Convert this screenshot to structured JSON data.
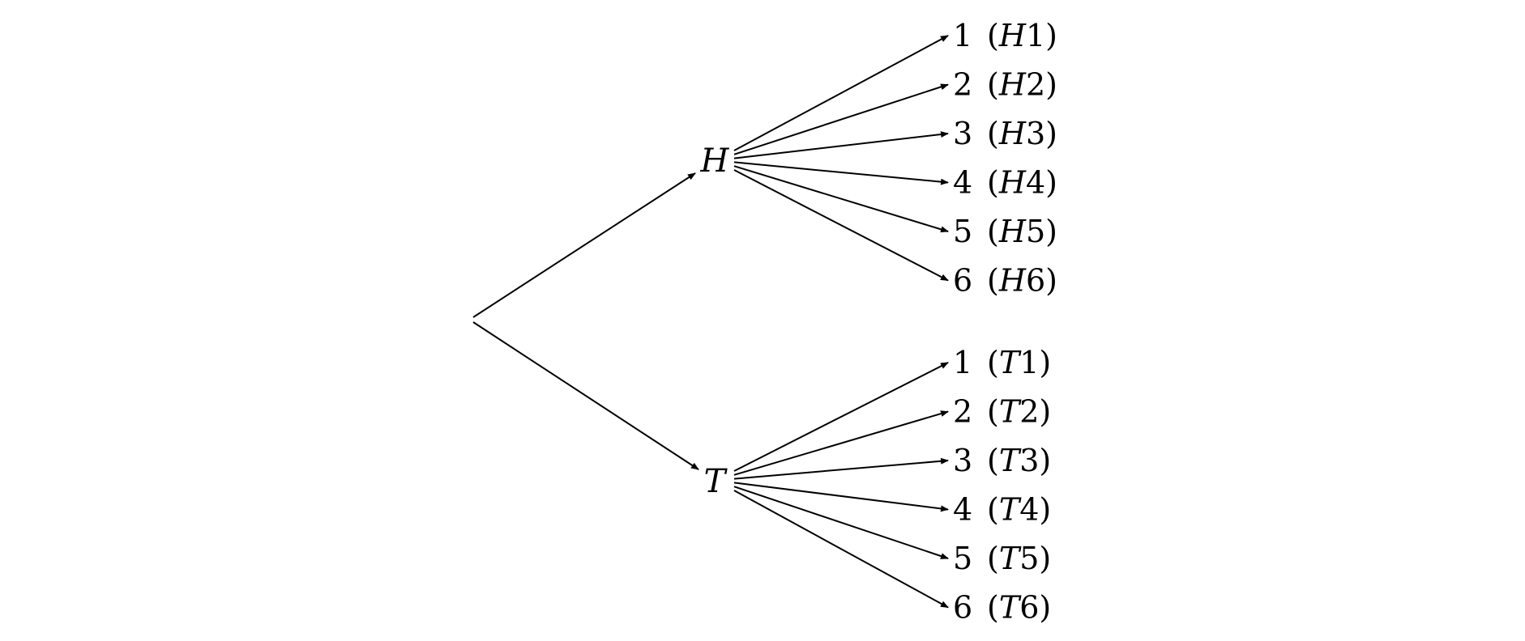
{
  "diagram": {
    "type": "probability-tree",
    "first_stage": [
      {
        "id": "H",
        "label": "H",
        "children": [
          {
            "num": "1",
            "outcome_letter": "H",
            "outcome_digit": "1"
          },
          {
            "num": "2",
            "outcome_letter": "H",
            "outcome_digit": "2"
          },
          {
            "num": "3",
            "outcome_letter": "H",
            "outcome_digit": "3"
          },
          {
            "num": "4",
            "outcome_letter": "H",
            "outcome_digit": "4"
          },
          {
            "num": "5",
            "outcome_letter": "H",
            "outcome_digit": "5"
          },
          {
            "num": "6",
            "outcome_letter": "H",
            "outcome_digit": "6"
          }
        ]
      },
      {
        "id": "T",
        "label": "T",
        "children": [
          {
            "num": "1",
            "outcome_letter": "T",
            "outcome_digit": "1"
          },
          {
            "num": "2",
            "outcome_letter": "T",
            "outcome_digit": "2"
          },
          {
            "num": "3",
            "outcome_letter": "T",
            "outcome_digit": "3"
          },
          {
            "num": "4",
            "outcome_letter": "T",
            "outcome_digit": "4"
          },
          {
            "num": "5",
            "outcome_letter": "T",
            "outcome_digit": "5"
          },
          {
            "num": "6",
            "outcome_letter": "T",
            "outcome_digit": "6"
          }
        ]
      }
    ],
    "colors": {
      "line": "#000000",
      "text": "#000000",
      "background": "#ffffff"
    }
  }
}
